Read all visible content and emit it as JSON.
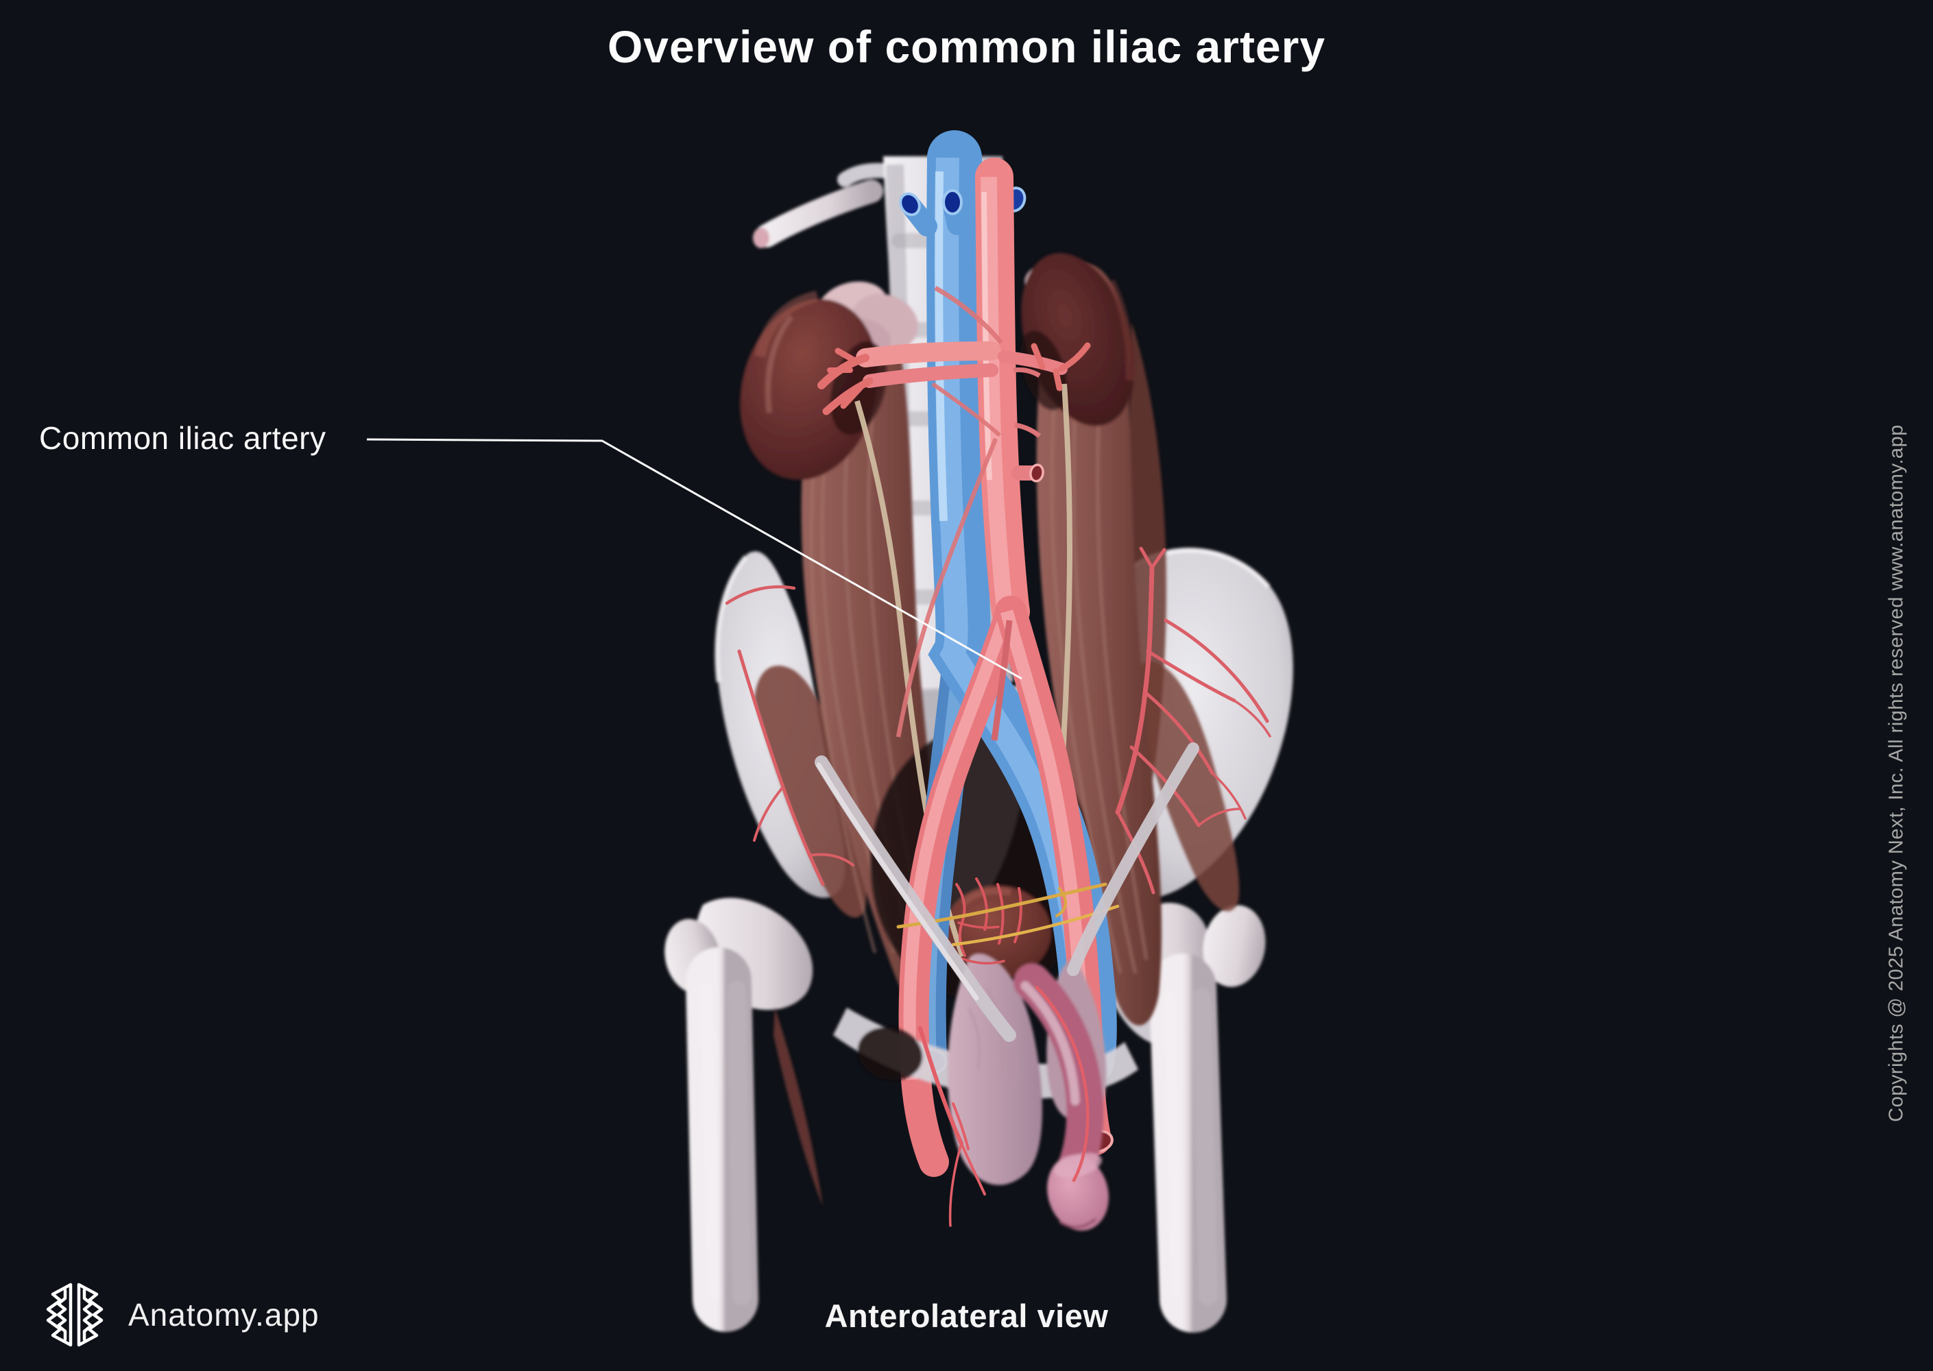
{
  "header": {
    "title": "Overview of common iliac artery"
  },
  "annotations": [
    {
      "label": "Common iliac artery"
    }
  ],
  "footer": {
    "view_label": "Anterolateral view",
    "brand": "Anatomy.app",
    "logo_icon": "brain-logo-icon",
    "copyright": "Copyrights @ 2025 Anatomy Next, Inc. All rights reserved www.anatomy.app"
  },
  "colors": {
    "background": "#0e1117",
    "text_primary": "#fcfcfd",
    "text_muted": "#a7a8a6",
    "artery_red": "#ee8588",
    "vein_blue": "#5e9ad8",
    "bone_light": "#e9e7ec",
    "muscle_brown": "#8a554e",
    "kidney_maroon": "#5c2829",
    "nerve_yellow": "#d9a945",
    "leader_line": "#fafafa"
  }
}
